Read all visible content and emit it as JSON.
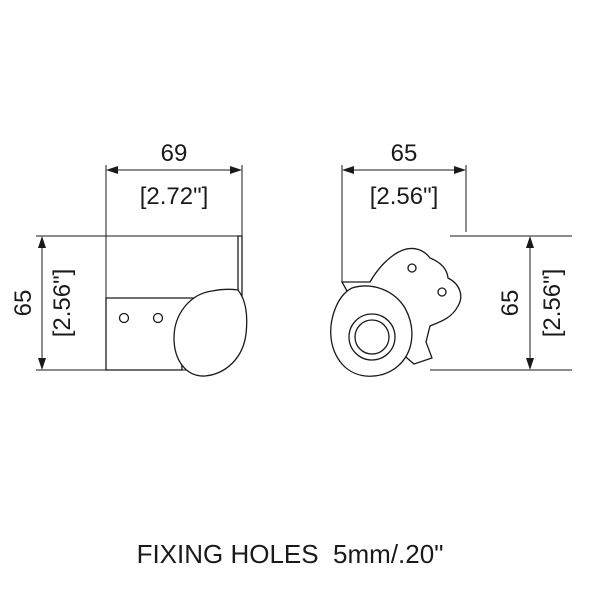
{
  "left_view": {
    "width_mm": "69",
    "width_in": "[2.72\"]",
    "height_mm": "65",
    "height_in": "[2.56\"]"
  },
  "right_view": {
    "width_mm": "65",
    "width_in": "[2.56\"]",
    "height_mm": "65",
    "height_in": "[2.56\"]"
  },
  "caption": "FIXING HOLES  5mm/.20\""
}
